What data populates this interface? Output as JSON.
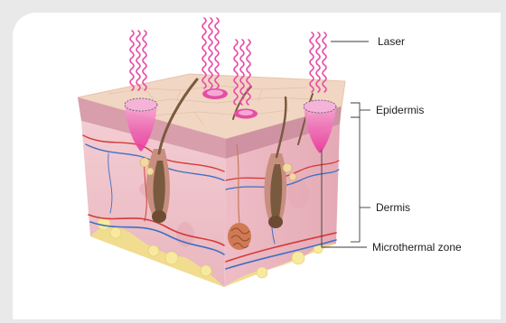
{
  "labels": {
    "laser": "Laser",
    "epidermis": "Epidermis",
    "dermis": "Dermis",
    "microthermal_zone": "Microthermal zone"
  },
  "colors": {
    "background": "#e9e9ea",
    "panel": "#ffffff",
    "laser_wave": "#ea4aa6",
    "skin_top": "#f2d7c4",
    "epidermis": "#d7a0ad",
    "dermis": "#f0c3cb",
    "fat": "#f2e28e",
    "artery": "#d63a3a",
    "vein": "#3f6fc4",
    "hair": "#7a5a3e",
    "leader_line": "#3a3a3a"
  }
}
